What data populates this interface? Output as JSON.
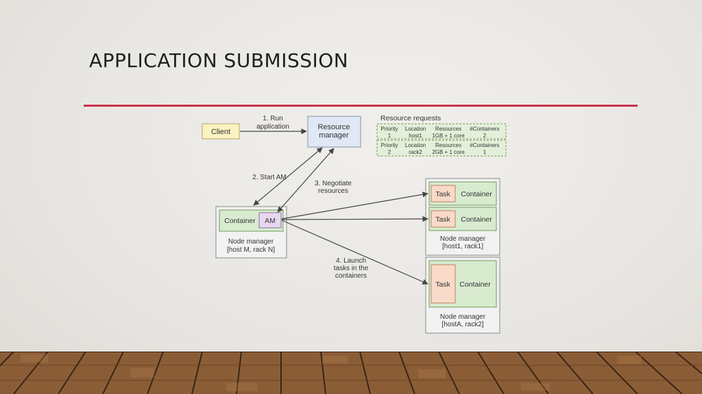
{
  "slide": {
    "title": "APPLICATION SUBMISSION",
    "colors": {
      "title_rule": "#c8334b",
      "client_fill": "#fbf3bf",
      "rm_fill": "#dfe8f4",
      "container_fill": "#d8ebcf",
      "am_fill": "#e8d8ef",
      "task_fill": "#f9d9c8"
    }
  },
  "diagram": {
    "client_label": "Client",
    "rm_label_line1": "Resource",
    "rm_label_line2": "manager",
    "step1_line1": "1. Run",
    "step1_line2": "application",
    "step2_label": "2. Start AM",
    "step3_line1": "3. Negotiate",
    "step3_line2": "resources",
    "step4_line1": "4. Launch",
    "step4_line2": "tasks in the",
    "step4_line3": "containers",
    "resource_requests_title": "Resource requests",
    "request_headers": [
      "Priority",
      "Location",
      "Resources",
      "#Containers"
    ],
    "requests": [
      [
        "1",
        "host1",
        "1GB + 1 core",
        "2"
      ],
      [
        "2",
        "rack2",
        "2GB + 1 core",
        "1"
      ]
    ],
    "nm_left_container": "Container",
    "nm_left_am": "AM",
    "nm_left_line1": "Node manager",
    "nm_left_line2": "[host M, rack N]",
    "task_label": "Task",
    "container_label": "Container",
    "nm_host1_line1": "Node manager",
    "nm_host1_line2": "[host1, rack1]",
    "nm_hostA_line1": "Node manager",
    "nm_hostA_line2": "[hostA, rack2]"
  }
}
